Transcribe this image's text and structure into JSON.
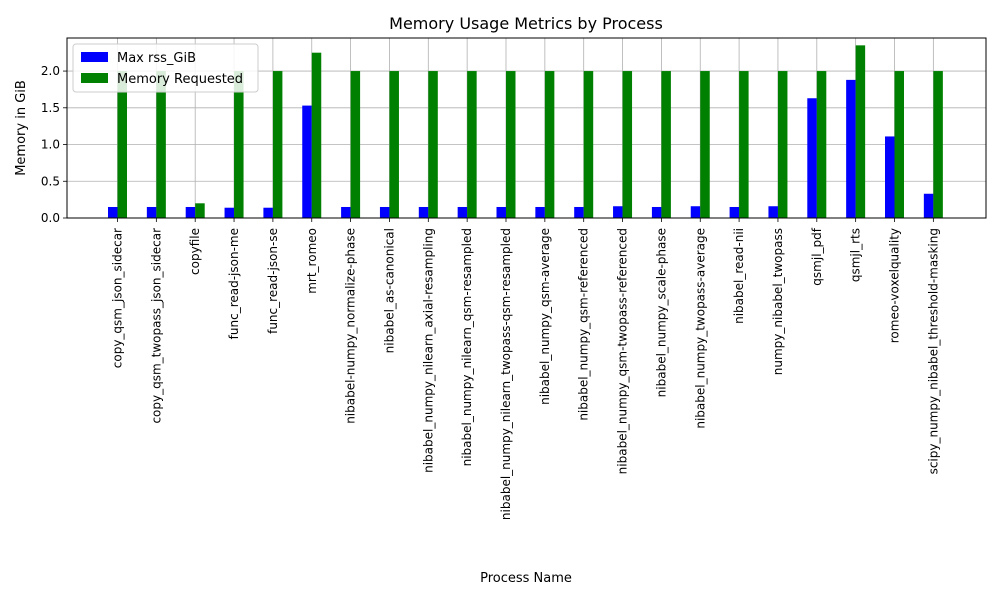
{
  "chart_data": {
    "type": "bar",
    "title": "Memory Usage Metrics by Process",
    "xlabel": "Process Name",
    "ylabel": "Memory in GiB",
    "ylim": [
      0,
      2.45
    ],
    "yticks": [
      "0.0",
      "0.5",
      "1.0",
      "1.5",
      "2.0"
    ],
    "ytick_values": [
      0,
      0.5,
      1.0,
      1.5,
      2.0
    ],
    "grid": true,
    "legend_position": "top-left",
    "categories": [
      "copy_qsm_json_sidecar",
      "copy_qsm_twopass_json_sidecar",
      "copyfile",
      "func_read-json-me",
      "func_read-json-se",
      "mrt_romeo",
      "nibabel-numpy_normalize-phase",
      "nibabel_as-canonical",
      "nibabel_numpy_nilearn_axial-resampling",
      "nibabel_numpy_nilearn_qsm-resampled",
      "nibabel_numpy_nilearn_twopass-qsm-resampled",
      "nibabel_numpy_qsm-average",
      "nibabel_numpy_qsm-referenced",
      "nibabel_numpy_qsm-twopass-referenced",
      "nibabel_numpy_scale-phase",
      "nibabel_numpy_twopass-average",
      "nibabel_read-nii",
      "numpy_nibabel_twopass",
      "qsmjl_pdf",
      "qsmjl_rts",
      "romeo-voxelquality",
      "scipy_numpy_nibabel_threshold-masking"
    ],
    "series": [
      {
        "name": "Max rss_GiB",
        "color": "#0000ff",
        "values": [
          0.15,
          0.15,
          0.15,
          0.14,
          0.14,
          1.53,
          0.15,
          0.15,
          0.15,
          0.15,
          0.15,
          0.15,
          0.15,
          0.16,
          0.15,
          0.16,
          0.15,
          0.16,
          1.63,
          1.88,
          1.11,
          0.33
        ]
      },
      {
        "name": "Memory Requested",
        "color": "#008000",
        "values": [
          2.0,
          2.0,
          0.2,
          2.0,
          2.0,
          2.25,
          2.0,
          2.0,
          2.0,
          2.0,
          2.0,
          2.0,
          2.0,
          2.0,
          2.0,
          2.0,
          2.0,
          2.0,
          2.0,
          2.35,
          2.0,
          2.0
        ]
      }
    ]
  }
}
